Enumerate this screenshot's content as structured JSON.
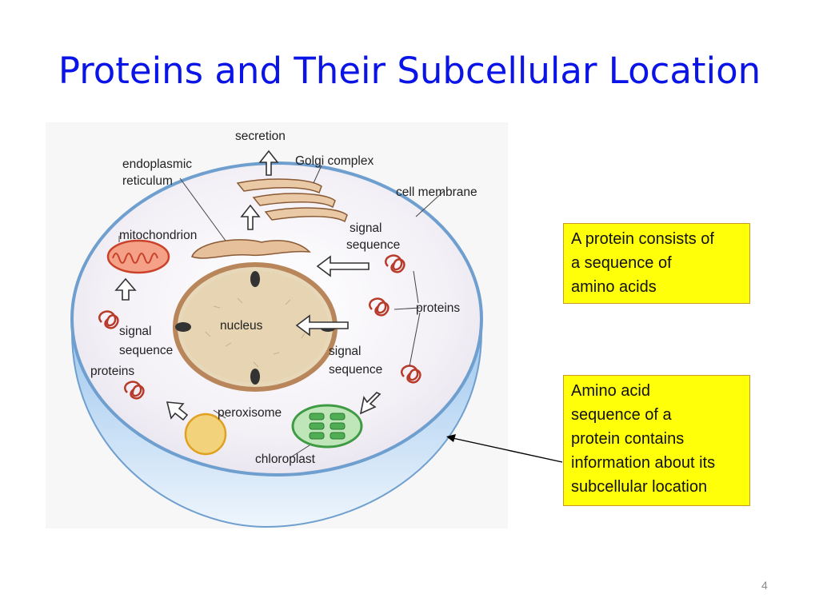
{
  "slide": {
    "title": "Proteins and Their Subcellular Location",
    "page_number": "4"
  },
  "diagram": {
    "labels": {
      "secretion": "secretion",
      "golgi": "Golgi complex",
      "er_line1": "endoplasmic",
      "er_line2": "reticulum",
      "cell_membrane": "cell membrane",
      "signal_top_1": "signal",
      "signal_top_2": "sequence",
      "mitochondrion": "mitochondrion",
      "proteins_right": "proteins",
      "nucleus": "nucleus",
      "signal_left_1": "signal",
      "signal_left_2": "sequence",
      "signal_right_1": "signal",
      "signal_right_2": "sequence",
      "proteins_left": "proteins",
      "peroxisome": "peroxisome",
      "chloroplast": "chloroplast"
    }
  },
  "callouts": {
    "first": [
      "A protein consists of",
      "a sequence of",
      "amino acids"
    ],
    "second": [
      "Amino acid",
      "sequence of a",
      "protein contains",
      "information about its",
      "subcellular location"
    ]
  },
  "colors": {
    "title": "#0a14e6",
    "callout_fill": "#ffff0a",
    "callout_border": "#c89a2a",
    "cell_blue": "#bcd7f0",
    "mitochondrion": "#e8684a",
    "chloroplast": "#4fae54",
    "nucleus": "#e8d8ba",
    "peroxisome": "#f2d27a",
    "protein_red": "#b83a2a"
  },
  "icons": {
    "arrows": "hollow-arrow",
    "protein": "folded-protein-coil"
  }
}
